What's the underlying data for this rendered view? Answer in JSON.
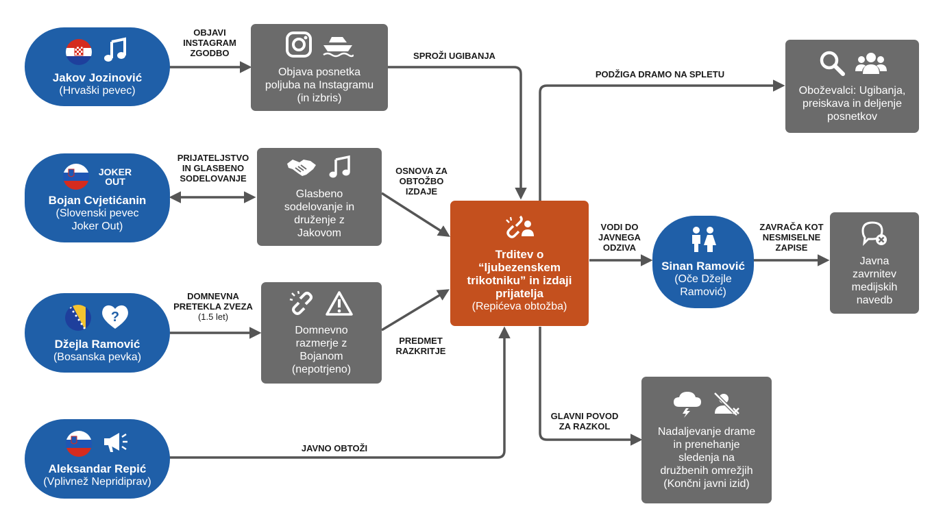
{
  "persons": {
    "jakov": {
      "name": "Jakov Jozinović",
      "role": "(Hrvaški pevec)",
      "flag_icon": "croatia-flag-icon",
      "icon": "music-note-icon"
    },
    "bojan": {
      "name": "Bojan Cvjetićanin",
      "role_lines": [
        "(Slovenski pevec",
        "Joker Out)"
      ],
      "flag_icon": "slovenia-flag-icon",
      "badge_lines": [
        "JOKER",
        "OUT"
      ]
    },
    "dzejla": {
      "name": "Džejla Ramović",
      "role": "(Bosanska pevka)",
      "flag_icon": "bosnia-flag-icon",
      "icon": "heart-question-icon"
    },
    "aleksandar": {
      "name": "Aleksandar Repić",
      "role": "(Vplivnež Nepridiprav)",
      "flag_icon": "slovenia-flag-icon",
      "icon": "megaphone-icon"
    },
    "sinan": {
      "name": "Sinan Ramović",
      "role_lines": [
        "(Oče Džejle",
        "Ramović)"
      ],
      "icon": "parents-icon"
    }
  },
  "boxes": {
    "objava": {
      "lines": [
        "Objava posnetka",
        "poljuba na Instagramu",
        "(in izbris)"
      ],
      "icons": [
        "instagram-icon",
        "yacht-icon"
      ]
    },
    "glasbeno": {
      "lines": [
        "Glasbeno",
        "sodelovanje in",
        "druženje z",
        "Jakovom"
      ],
      "icons": [
        "handshake-icon",
        "music-notes-icon"
      ]
    },
    "domnevno": {
      "lines": [
        "Domnevno",
        "razmerje z",
        "Bojanom",
        "(nepotrjeno)"
      ],
      "icons": [
        "broken-link-icon",
        "warning-icon"
      ]
    },
    "ugibanja": {
      "lines": [
        "Oboževalci: Ugibanja,",
        "preiskava in deljenje",
        "posnetkov"
      ],
      "icons": [
        "search-icon",
        "group-icon"
      ]
    },
    "zavrnitev": {
      "lines": [
        "Javna",
        "zavrnitev",
        "medijskih",
        "navedb"
      ],
      "icons": [
        "chat-cancel-icon"
      ]
    },
    "nadaljevanje": {
      "lines": [
        "Nadaljevanje drame",
        "in prenehanje",
        "sledenja na",
        "družbenih omrežjih",
        "(Končni javni izid)"
      ],
      "icons": [
        "storm-cloud-icon",
        "unfollow-icon"
      ]
    }
  },
  "center": {
    "title_lines": [
      "Trditev o",
      "“ljubezenskem",
      "trikotniku” in izdaji",
      "prijatelja"
    ],
    "sub": "(Repićeva obtožba)",
    "icon": "broken-link-person-icon"
  },
  "labels": {
    "objavi": [
      "OBJAVI",
      "INSTAGRAM",
      "ZGODBO"
    ],
    "sprozi": [
      "SPROŽI UGIBANJA"
    ],
    "podziga": [
      "PODŽIGA DRAMO NA SPLETU"
    ],
    "prijateljstvo": [
      "PRIJATELJSTVO",
      "IN GLASBENO",
      "SODELOVANJE"
    ],
    "osnova": [
      "OSNOVA ZA",
      "OBTOŽBO",
      "IZDAJE"
    ],
    "pretekla": [
      "DOMNEVNA",
      "PRETEKLA ZVEZA"
    ],
    "pretekla_sub": "(1.5 let)",
    "predmet": [
      "PREDMET",
      "RAZKRITJE"
    ],
    "vodi": [
      "VODI DO",
      "JAVNEGA",
      "ODZIVA"
    ],
    "zavraca": [
      "ZAVRAČA KOT",
      "NESMISELNE",
      "ZAPISE"
    ],
    "glavni": [
      "GLAVNI POVOD",
      "ZA RAZKOL"
    ],
    "javno": [
      "JAVNO OBTOŽI"
    ]
  },
  "colors": {
    "person": "#1f5fa8",
    "box": "#6b6b6b",
    "center": "#c4501e",
    "arrow": "#555555"
  }
}
